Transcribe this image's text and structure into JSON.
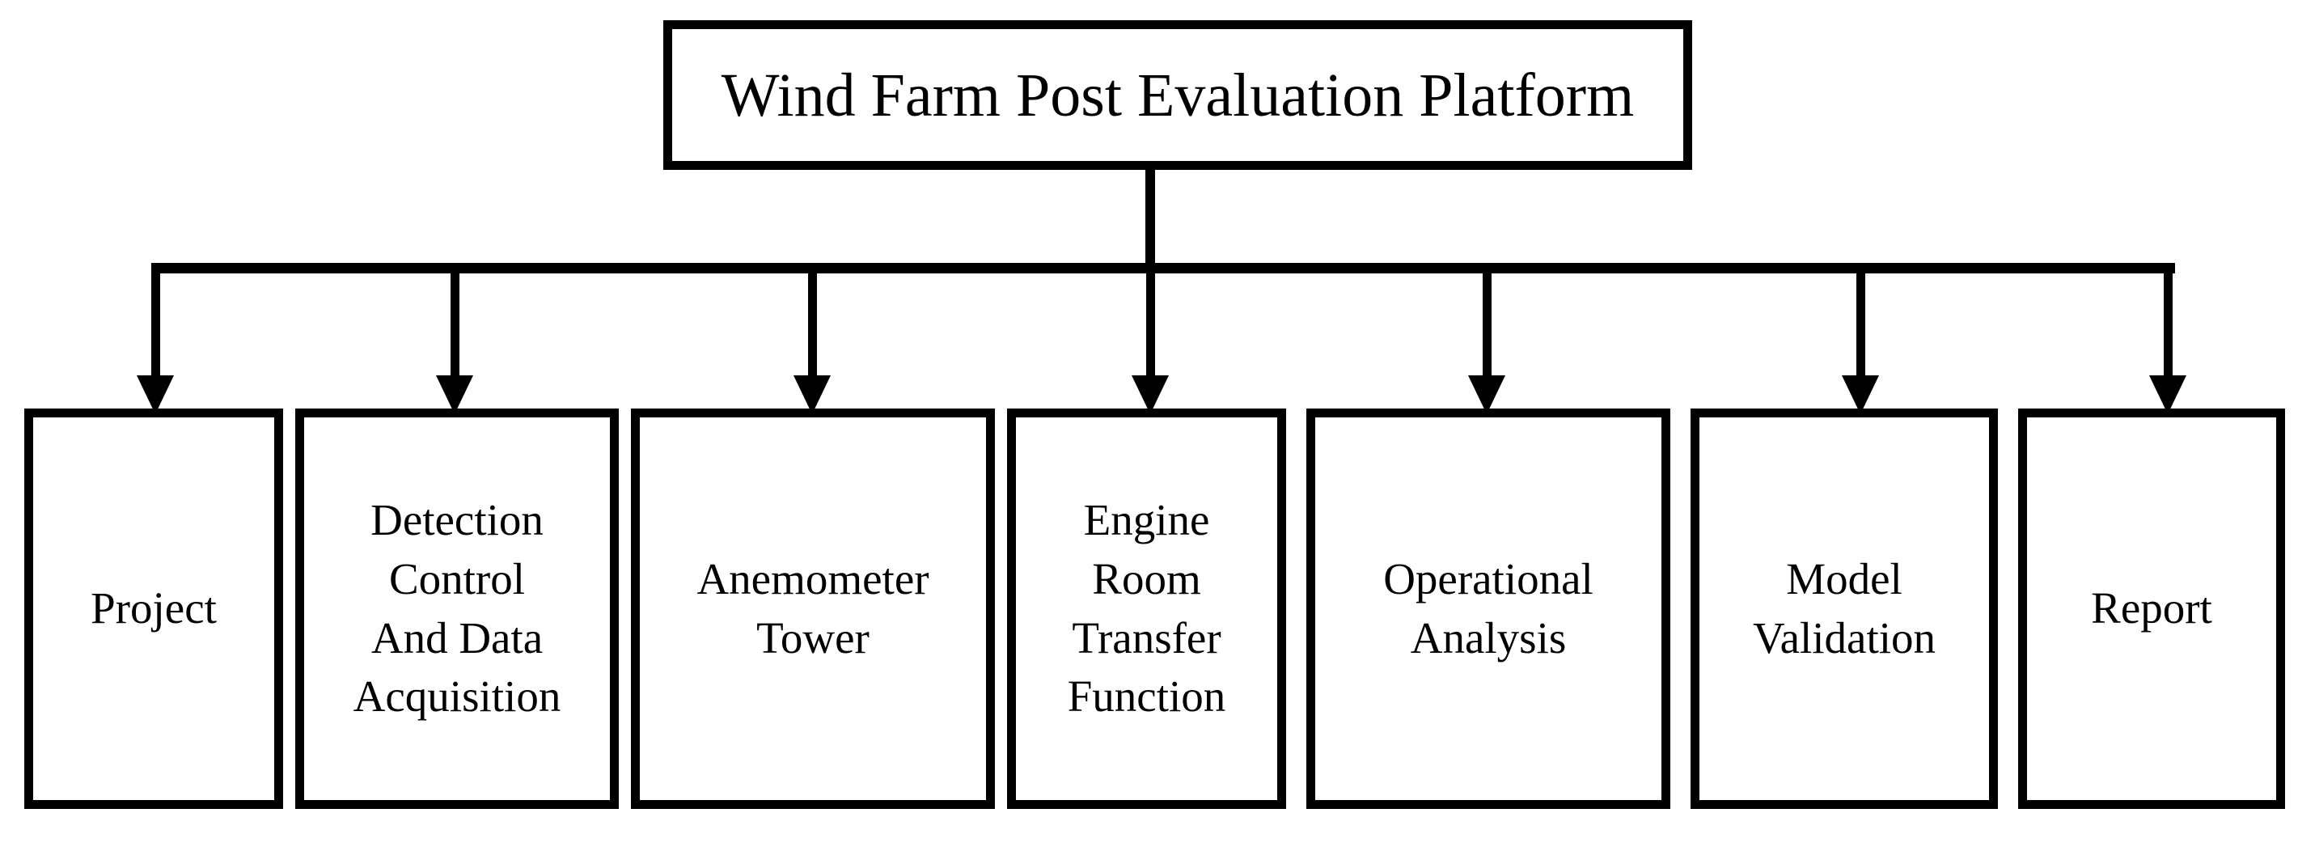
{
  "diagram": {
    "title": "Wind Farm Post Evaluation Platform",
    "children": [
      {
        "label": "Project"
      },
      {
        "label": "Detection\nControl\nAnd Data\nAcquisition"
      },
      {
        "label": "Anemometer\nTower"
      },
      {
        "label": "Engine\nRoom\nTransfer\nFunction"
      },
      {
        "label": "Operational\nAnalysis"
      },
      {
        "label": "Model\nValidation"
      },
      {
        "label": "Report"
      }
    ],
    "colors": {
      "line": "#000000",
      "text": "#000000",
      "background": "#ffffff",
      "box_fill": "#ffffff"
    }
  }
}
